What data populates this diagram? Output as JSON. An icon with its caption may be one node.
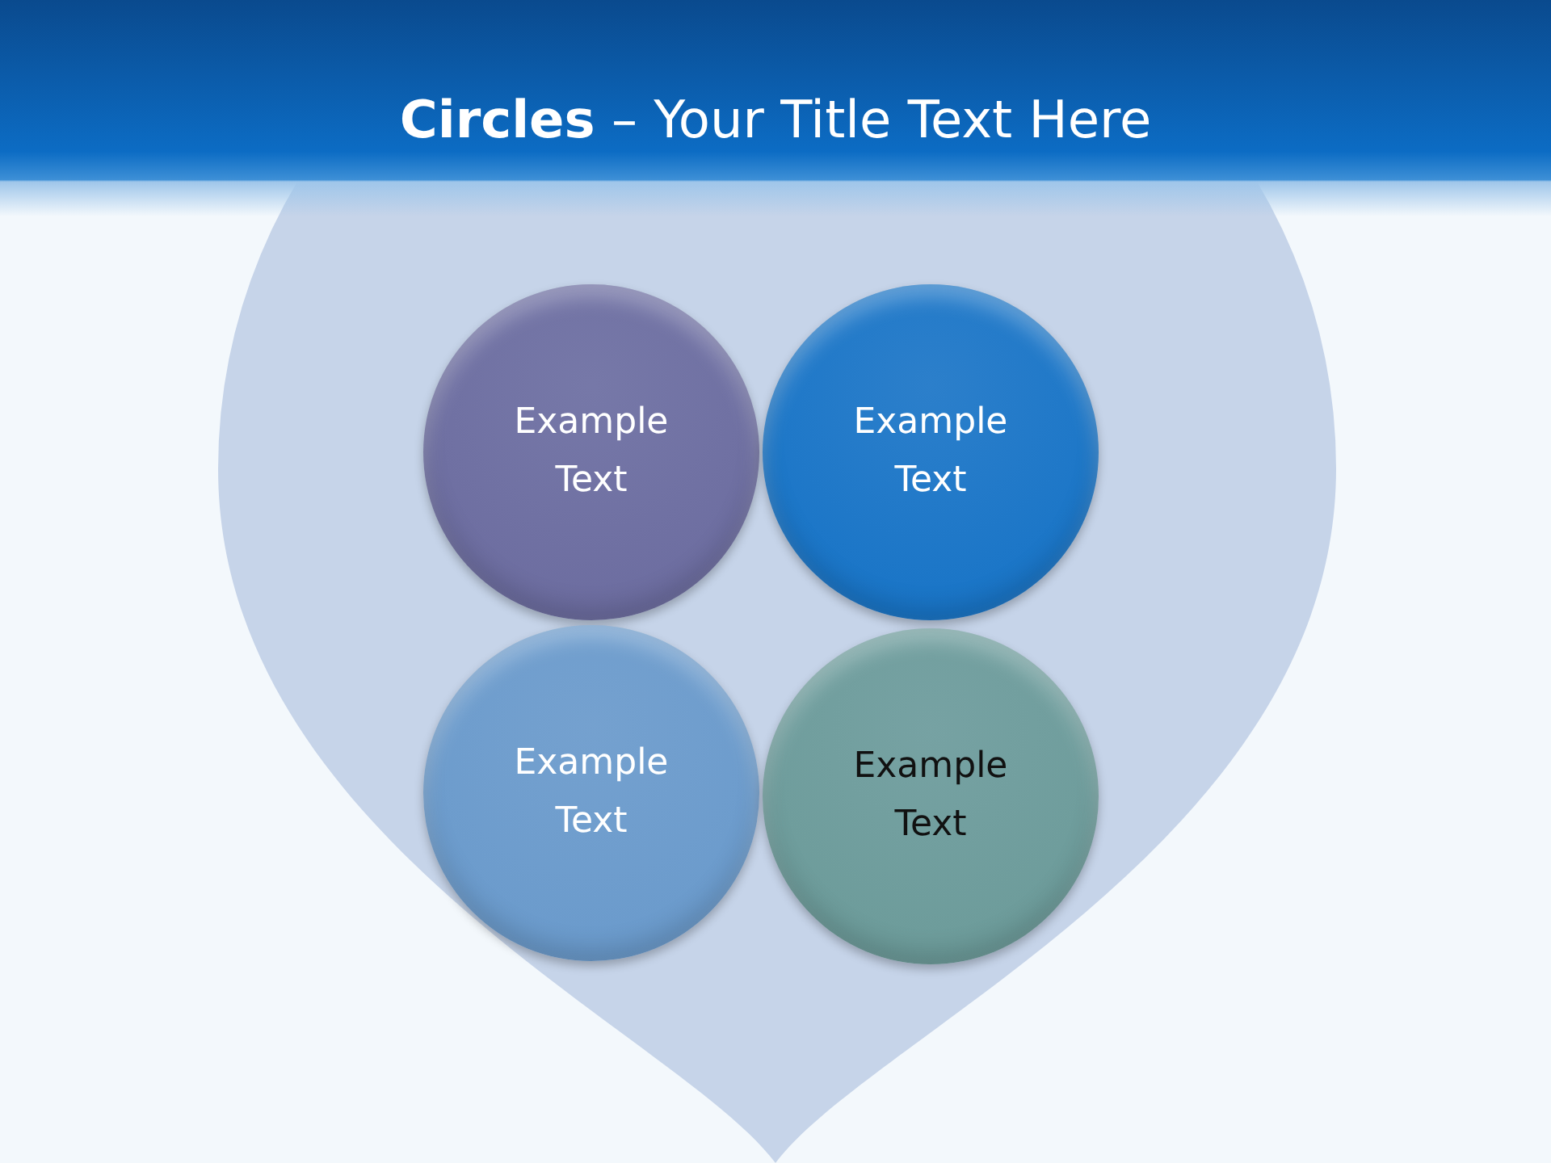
{
  "diagram": {
    "title": "**Circles** – Your Title Text Here",
    "nodes": [
      {
        "text": [
          "Example Text"
        ]
      },
      {
        "text": [
          "Example Text"
        ]
      },
      {
        "text": [
          "Example Text"
        ]
      },
      {
        "text": [
          "Example Text"
        ]
      }
    ],
    "edges": []
  }
}
